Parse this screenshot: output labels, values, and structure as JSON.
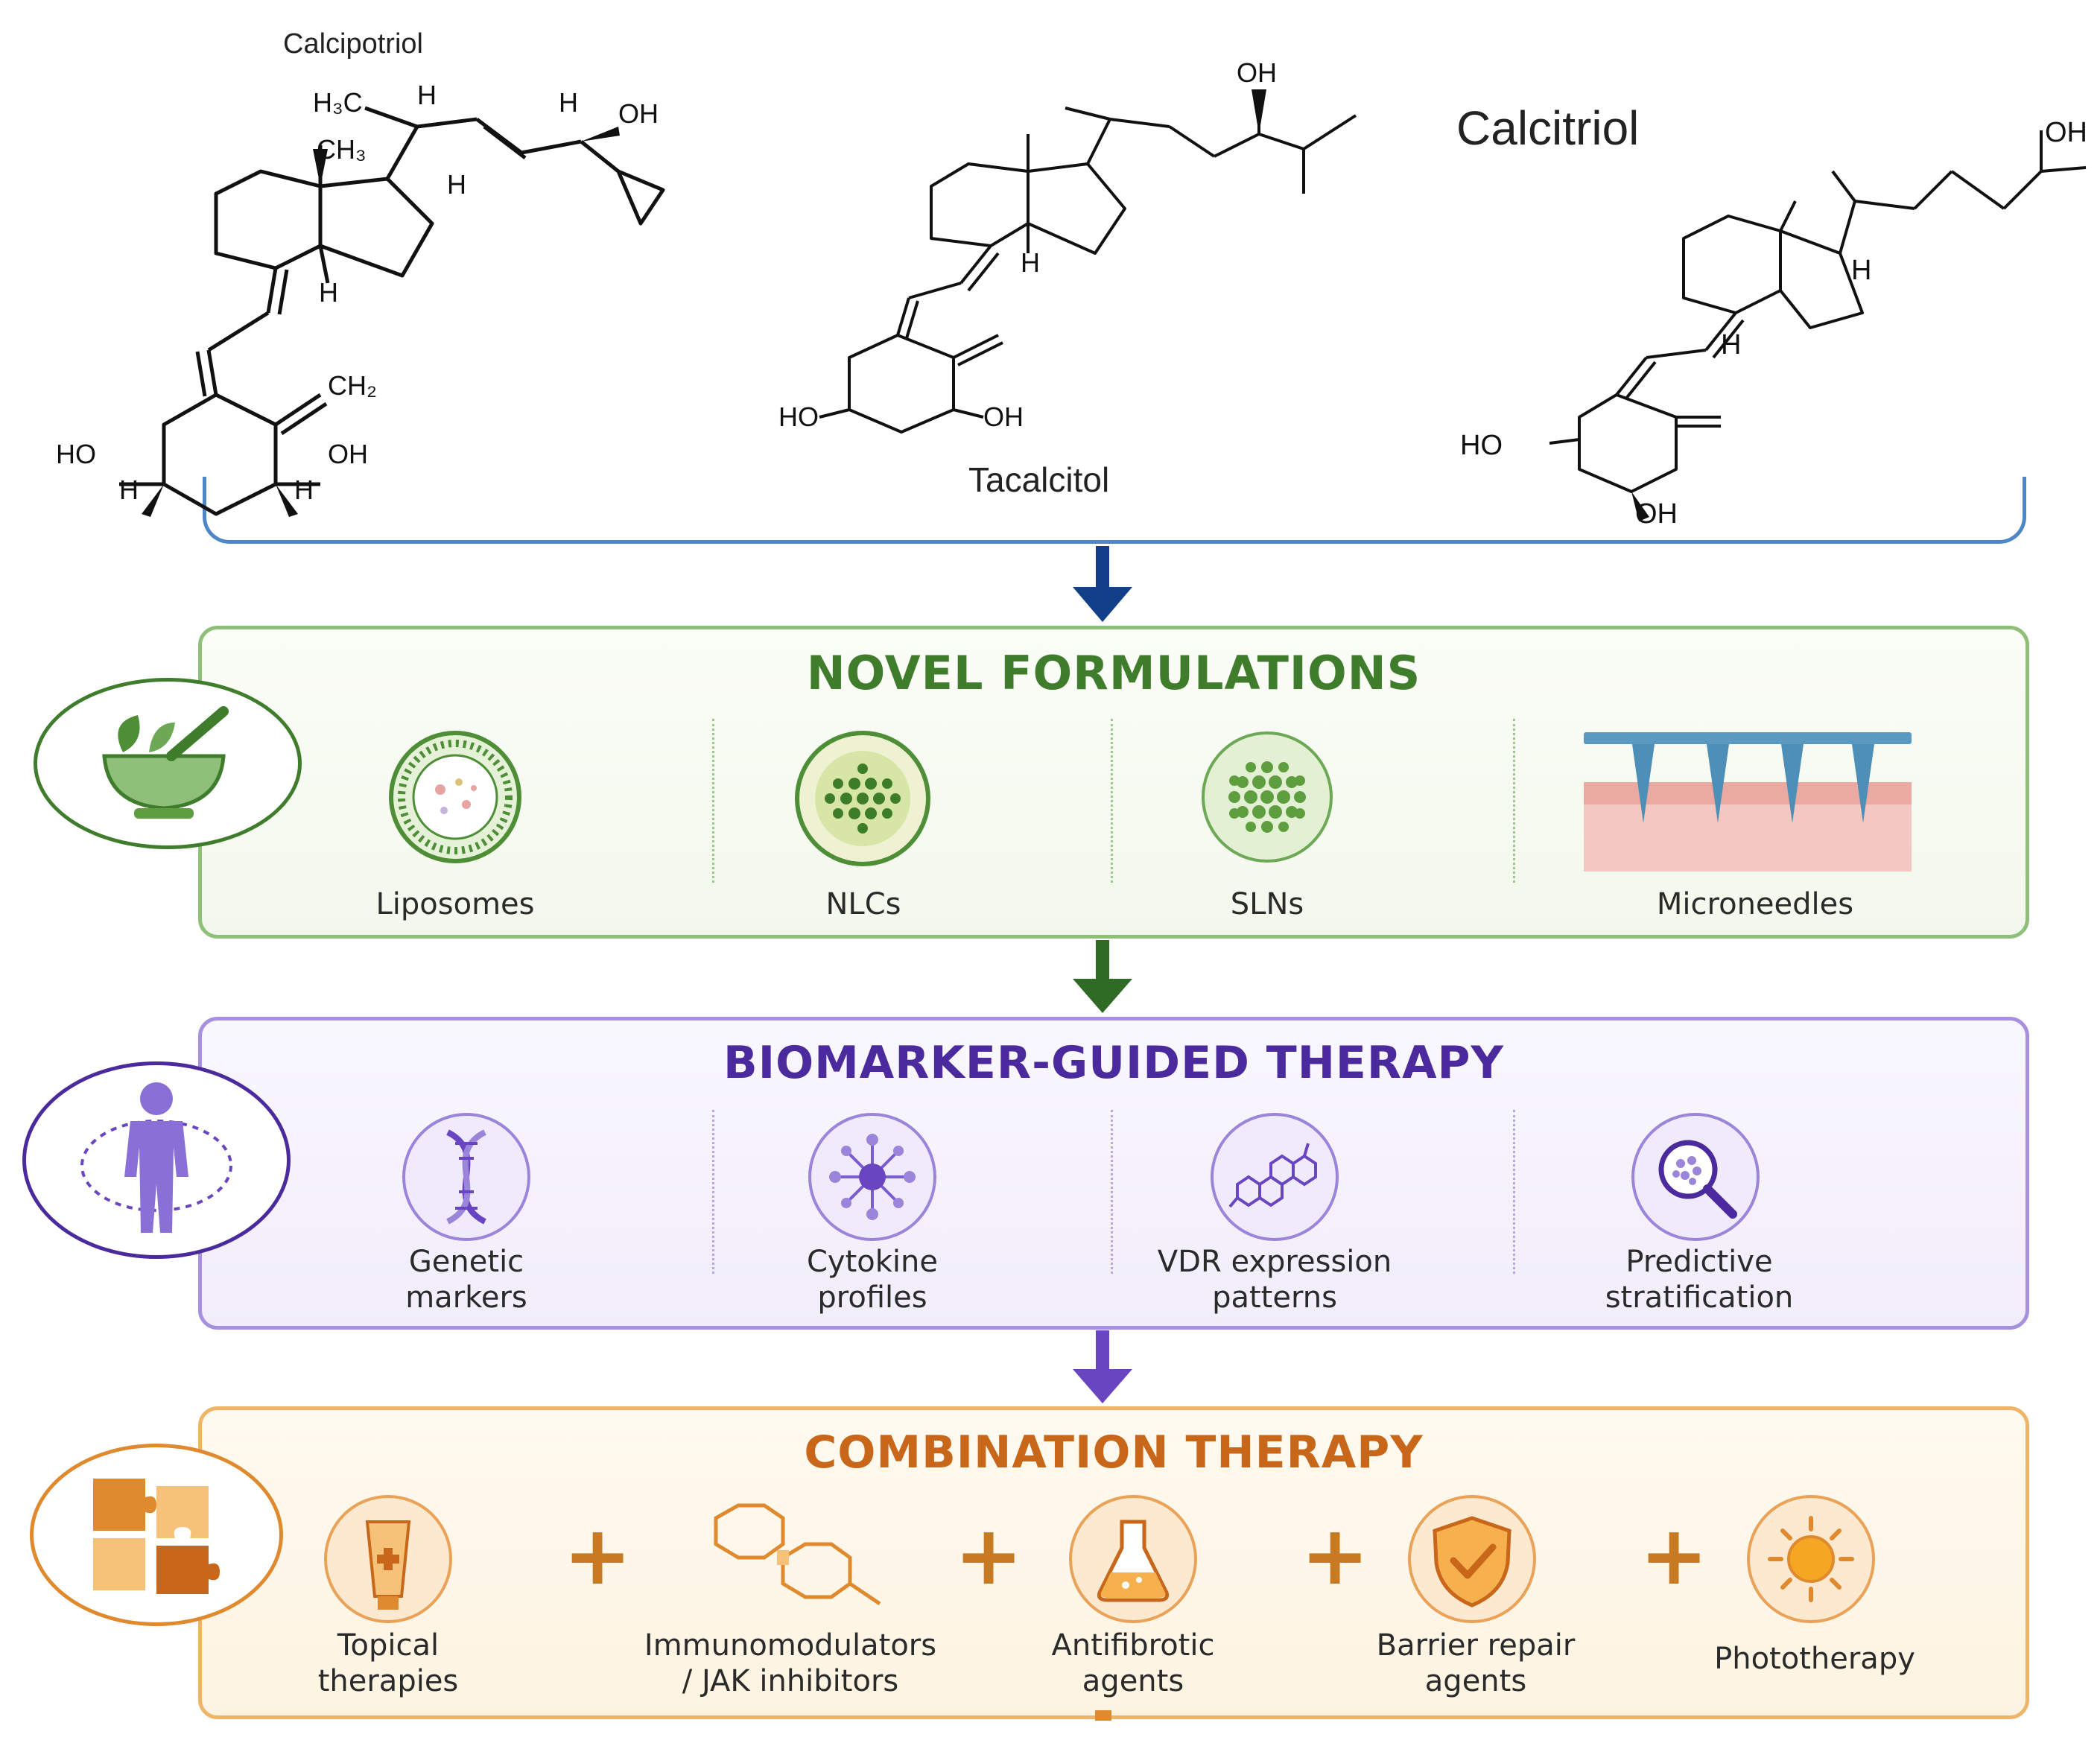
{
  "molecules": {
    "calcipotriol": {
      "name": "Calcipotriol",
      "atoms": {
        "h3c": "H₃C",
        "h_top": "H",
        "h_oh": "H",
        "oh_top": "OH",
        "ch3": "CH₃",
        "h_ring": "H",
        "h_junction": "H",
        "ch2": "CH₂",
        "ho": "HO",
        "h_left": "H",
        "oh_bottom": "OH",
        "h_right": "H"
      }
    },
    "tacalcitol": {
      "name": "Tacalcitol",
      "atoms": {
        "oh_top": "OH",
        "h_junction": "H",
        "ho": "HO",
        "oh_bottom": "OH"
      }
    },
    "calcitriol": {
      "name": "Calcitriol",
      "atoms": {
        "oh_top": "OH",
        "h_ring": "H",
        "h_junction": "H",
        "ho": "HO",
        "oh_bottom": "OH"
      }
    }
  },
  "panels": {
    "formulations": {
      "title": "NOVEL FORMULATIONS",
      "icon": "mortar-pestle-icon",
      "color": "#3f8a2e",
      "items": [
        {
          "label": "Liposomes",
          "icon": "liposome-icon"
        },
        {
          "label": "NLCs",
          "icon": "nlc-particle-icon"
        },
        {
          "label": "SLNs",
          "icon": "sln-particle-icon"
        },
        {
          "label": "Microneedles",
          "icon": "microneedle-patch-icon"
        }
      ]
    },
    "biomarker": {
      "title": "BIOMARKER-GUIDED THERAPY",
      "icon": "human-figure-icon",
      "color": "#4a2a9c",
      "items": [
        {
          "label": "Genetic\nmarkers",
          "icon": "dna-helix-icon"
        },
        {
          "label": "Cytokine\nprofiles",
          "icon": "cytokine-network-icon"
        },
        {
          "label": "VDR expression\npatterns",
          "icon": "molecular-structure-icon"
        },
        {
          "label": "Predictive\nstratification",
          "icon": "magnifier-cells-icon"
        }
      ]
    },
    "combination": {
      "title": "COMBINATION THERAPY",
      "icon": "puzzle-pieces-icon",
      "color": "#c8661a",
      "plus": "+",
      "items": [
        {
          "label": "Topical\ntherapies",
          "icon": "ointment-tube-icon"
        },
        {
          "label": "Immunomodulators\n/ JAK inhibitors",
          "icon": "chemical-rings-icon"
        },
        {
          "label": "Antifibrotic\nagents",
          "icon": "flask-icon"
        },
        {
          "label": "Barrier repair\nagents",
          "icon": "shield-check-icon"
        },
        {
          "label": "Phototherapy",
          "icon": "sun-icon"
        }
      ]
    }
  },
  "arrows": [
    {
      "name": "arrow-to-formulations",
      "color": "#123f8a"
    },
    {
      "name": "arrow-to-biomarker",
      "color": "#2f6b25"
    },
    {
      "name": "arrow-to-combination",
      "color": "#6a45c2"
    }
  ]
}
